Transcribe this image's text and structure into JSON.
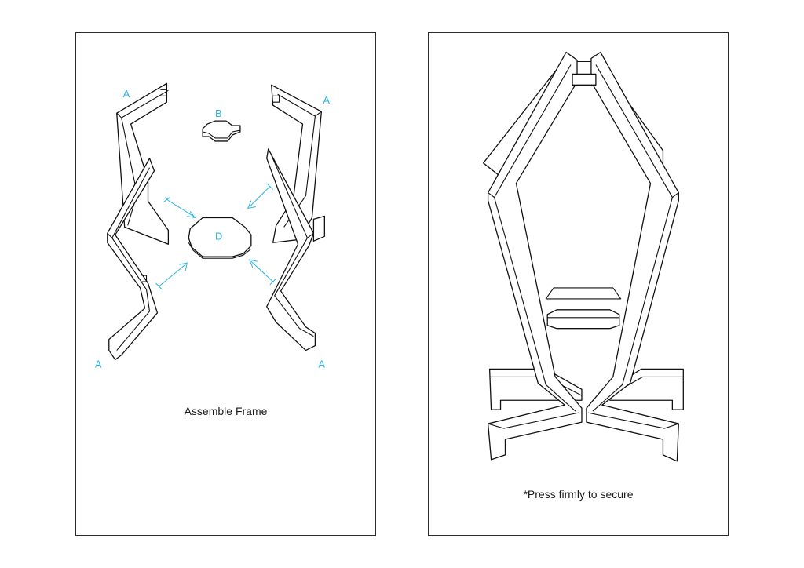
{
  "panels": {
    "left": {
      "caption": "Assemble Frame",
      "labels": {
        "a_top_left": "A",
        "a_top_right": "A",
        "a_bottom_left": "A",
        "a_bottom_right": "A",
        "b": "B",
        "d": "D"
      }
    },
    "right": {
      "caption": "*Press firmly to secure"
    }
  },
  "colors": {
    "label": "#29b6e6",
    "line": "#111111",
    "border": "#2b2b2b"
  }
}
